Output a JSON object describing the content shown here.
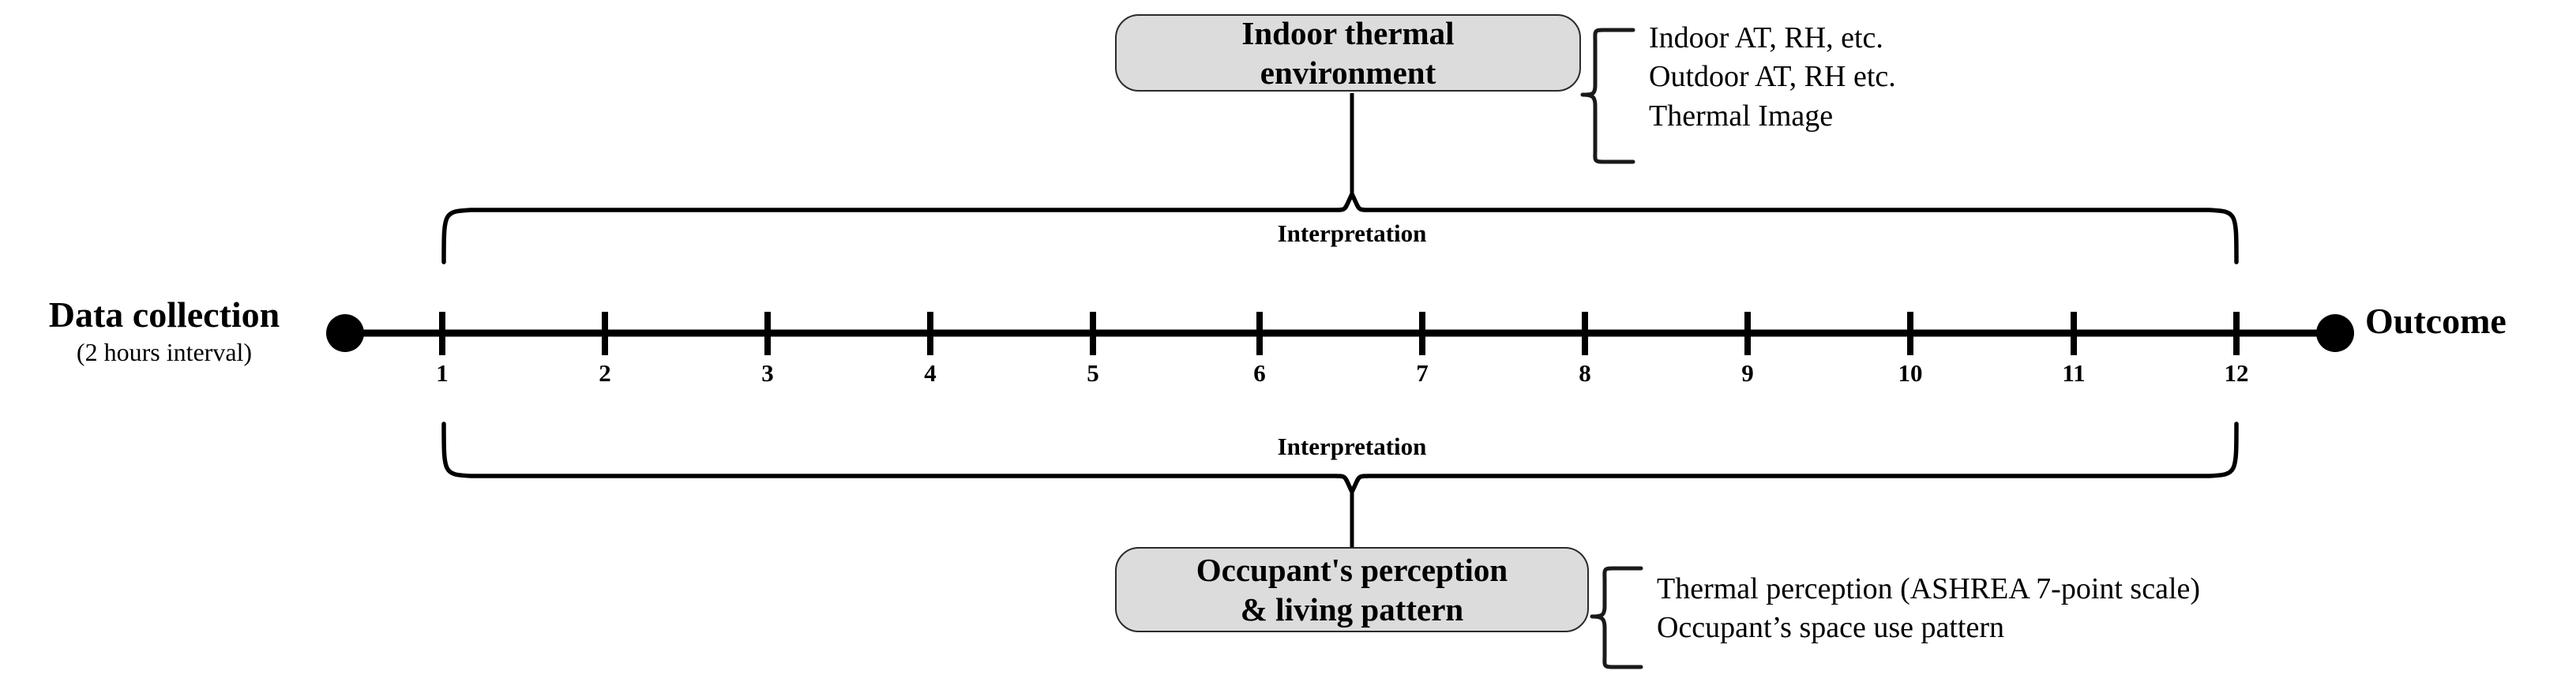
{
  "figure": {
    "type": "timeline-flow-diagram",
    "background_color": "#ffffff",
    "line_color": "#000000",
    "box_fill_color": "#dcdcdc",
    "box_border_color": "#2b2b2b"
  },
  "timeline": {
    "start_label": {
      "title": "Data collection",
      "subtitle": "(2 hours interval)"
    },
    "end_label": "Outcome",
    "tick_labels": [
      "1",
      "2",
      "3",
      "4",
      "5",
      "6",
      "7",
      "8",
      "9",
      "10",
      "11",
      "12"
    ]
  },
  "top_branch": {
    "caption": "Interpretation",
    "box": {
      "line1": "Indoor thermal",
      "line2": "environment"
    },
    "items": [
      "Indoor AT,  RH, etc.",
      "Outdoor AT,  RH etc.",
      "Thermal Image"
    ]
  },
  "bottom_branch": {
    "caption": "Interpretation",
    "box": {
      "line1": "Occupant's perception",
      "line2": "& living pattern"
    },
    "items": [
      "Thermal perception (ASHREA 7-point scale)",
      "Occupant’s space use pattern"
    ]
  }
}
